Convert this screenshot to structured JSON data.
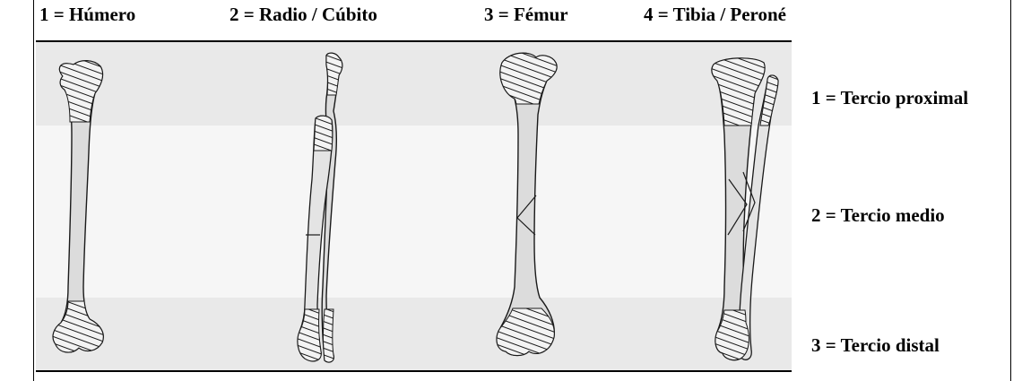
{
  "bones": [
    {
      "label": "1 = Húmero",
      "icon": "humerus-icon"
    },
    {
      "label": "2 = Radio / Cúbito",
      "icon": "radius-ulna-icon"
    },
    {
      "label": "3 = Fémur",
      "icon": "femur-icon"
    },
    {
      "label": "4 = Tibia / Peroné",
      "icon": "tibia-fibula-icon"
    }
  ],
  "thirds": [
    {
      "label": "1 = Tercio proximal"
    },
    {
      "label": "2 = Tercio medio"
    },
    {
      "label": "3 = Tercio distal"
    }
  ],
  "colors": {
    "band_dark": "#e9e9e9",
    "band_light": "#f6f6f6",
    "bone_fill": "#dcdcdc",
    "outline": "#1a1a1a"
  }
}
